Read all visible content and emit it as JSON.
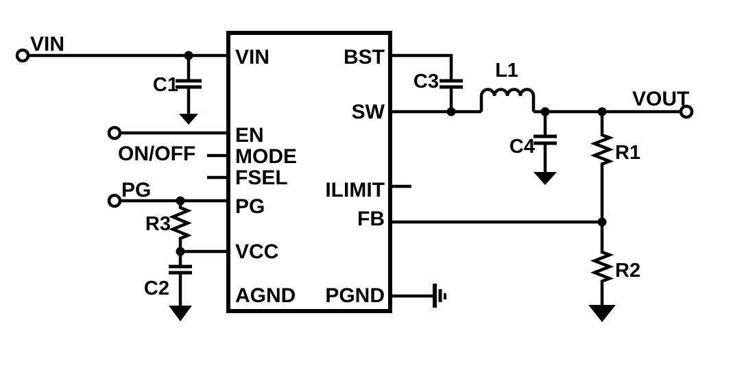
{
  "schematic": {
    "kind": "buck-converter application circuit",
    "background": "#ffffff",
    "line_color": "#000000",
    "terminals": [
      {
        "id": "vin",
        "label": "VIN"
      },
      {
        "id": "en",
        "label": "ON/OFF"
      },
      {
        "id": "pg",
        "label": "PG"
      },
      {
        "id": "vout",
        "label": "VOUT"
      }
    ],
    "ic": {
      "pins_left": [
        "VIN",
        "EN",
        "MODE",
        "FSEL",
        "PG",
        "VCC",
        "AGND"
      ],
      "pins_right": [
        "BST",
        "SW",
        "ILIMIT",
        "FB",
        "PGND"
      ]
    },
    "components": [
      {
        "ref": "C1",
        "type": "capacitor",
        "connection": "VIN to GND"
      },
      {
        "ref": "C2",
        "type": "capacitor",
        "connection": "VCC to GND"
      },
      {
        "ref": "C3",
        "type": "capacitor",
        "connection": "BST to SW"
      },
      {
        "ref": "C4",
        "type": "capacitor",
        "connection": "VOUT to GND"
      },
      {
        "ref": "L1",
        "type": "inductor",
        "connection": "SW to VOUT"
      },
      {
        "ref": "R1",
        "type": "resistor",
        "connection": "VOUT to FB"
      },
      {
        "ref": "R2",
        "type": "resistor",
        "connection": "FB to GND"
      },
      {
        "ref": "R3",
        "type": "resistor",
        "connection": "PG to VCC"
      }
    ]
  }
}
